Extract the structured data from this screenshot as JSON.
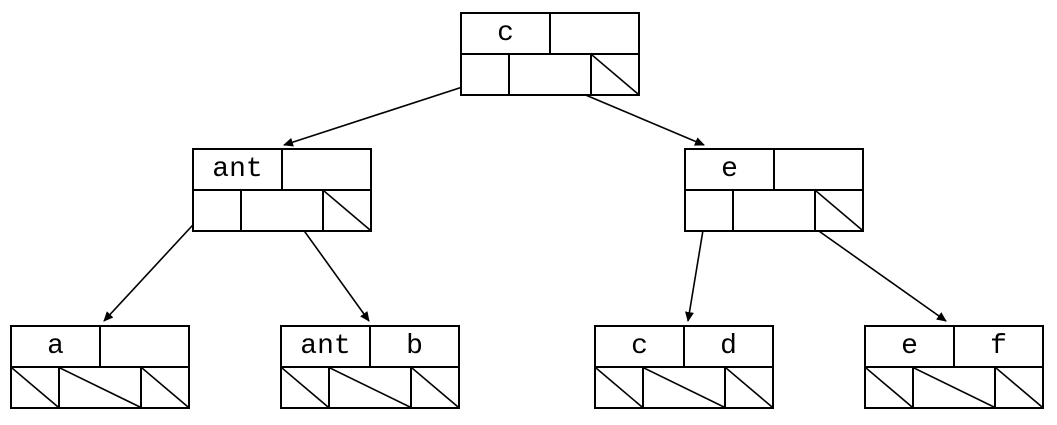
{
  "diagram": {
    "background_color": "#ffffff",
    "line_color": "#000000",
    "nodes": {
      "root": {
        "keys": [
          "c",
          ""
        ],
        "pointers": [
          "child",
          "child",
          "null"
        ],
        "level": "root"
      },
      "left": {
        "keys": [
          "ant",
          ""
        ],
        "pointers": [
          "child",
          "child",
          "null"
        ],
        "level": "internal"
      },
      "right": {
        "keys": [
          "e",
          ""
        ],
        "pointers": [
          "child",
          "child",
          "null"
        ],
        "level": "internal"
      },
      "leaf1": {
        "keys": [
          "a",
          ""
        ],
        "pointers": [
          "null",
          "null",
          "null"
        ],
        "level": "leaf"
      },
      "leaf2": {
        "keys": [
          "ant",
          "b"
        ],
        "pointers": [
          "null",
          "null",
          "null"
        ],
        "level": "leaf"
      },
      "leaf3": {
        "keys": [
          "c",
          "d"
        ],
        "pointers": [
          "null",
          "null",
          "null"
        ],
        "level": "leaf"
      },
      "leaf4": {
        "keys": [
          "e",
          "f"
        ],
        "pointers": [
          "null",
          "null",
          "null"
        ],
        "level": "leaf"
      }
    },
    "edges": [
      {
        "from": "root",
        "pointer": 0,
        "to": "left"
      },
      {
        "from": "root",
        "pointer": 1,
        "to": "right"
      },
      {
        "from": "left",
        "pointer": 0,
        "to": "leaf1"
      },
      {
        "from": "left",
        "pointer": 1,
        "to": "leaf2"
      },
      {
        "from": "right",
        "pointer": 0,
        "to": "leaf3"
      },
      {
        "from": "right",
        "pointer": 1,
        "to": "leaf4"
      }
    ]
  }
}
